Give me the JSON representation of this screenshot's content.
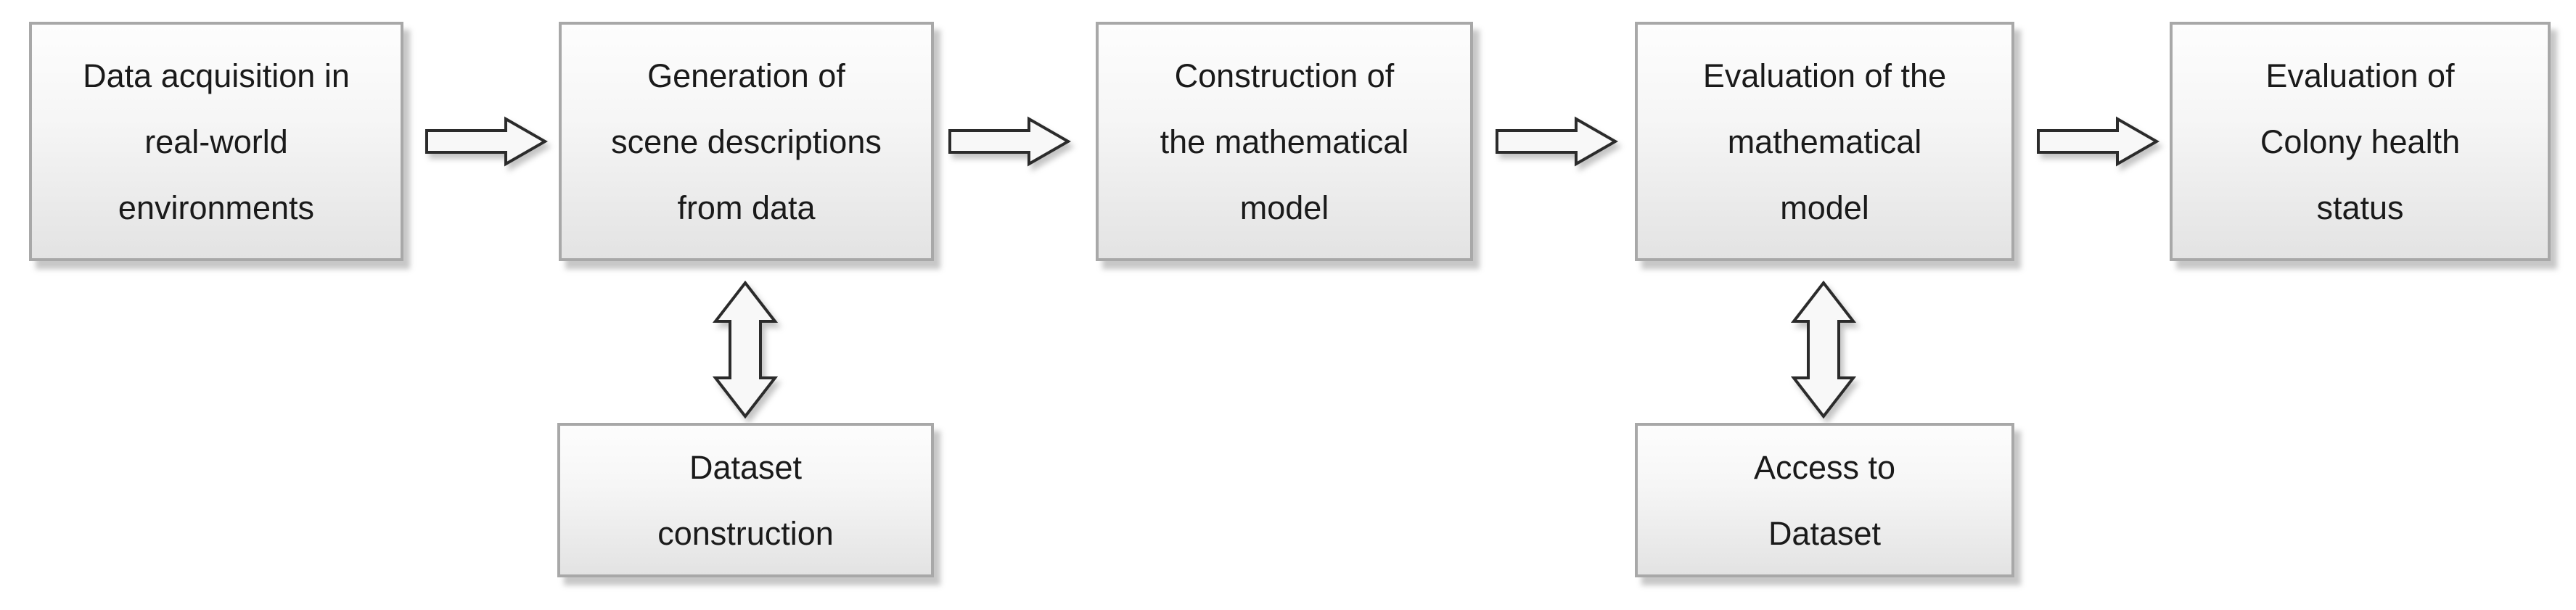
{
  "diagram": {
    "type": "flowchart",
    "background_color": "#ffffff",
    "colors": {
      "box_fill_top": "#fdfdfd",
      "box_fill_bottom": "#e3e3e3",
      "box_border": "#a8a8a8",
      "arrow_fill": "#f8f8f8",
      "arrow_outline": "#2b2b2b",
      "text": "#1a1a1a",
      "shadow": "#b5b5b5"
    },
    "top_row": [
      {
        "label": "Data acquisition in\nreal-world\nenvironments"
      },
      {
        "label": "Generation of\nscene descriptions\nfrom data"
      },
      {
        "label": "Construction of\nthe mathematical\nmodel"
      },
      {
        "label": "Evaluation of the\nmathematical\nmodel"
      },
      {
        "label": "Evaluation of\nColony health\nstatus"
      }
    ],
    "bottom_row": [
      {
        "label": "Dataset\nconstruction",
        "linked_top_index": 1
      },
      {
        "label": "Access to\nDataset",
        "linked_top_index": 3
      }
    ],
    "connectors": {
      "horizontal_arrows": 4,
      "horizontal_style": "right-pointing block arrow",
      "vertical_arrows": 2,
      "vertical_style": "double-headed block arrow"
    }
  }
}
